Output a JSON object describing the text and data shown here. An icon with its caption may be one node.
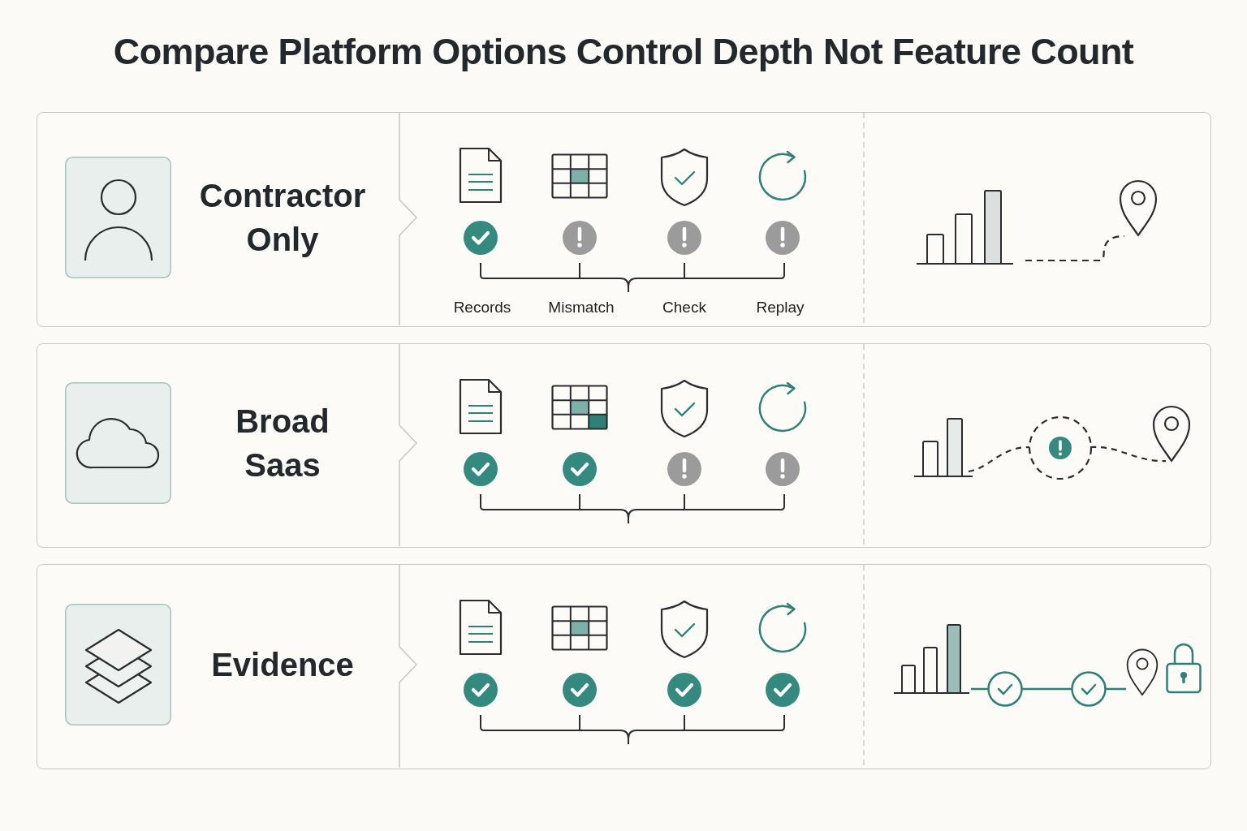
{
  "diagram": {
    "title": "Compare Platform Options Control Depth Not Feature Count",
    "nodes": [
      {
        "text": [
          "Contractor Only"
        ]
      },
      {
        "text": [
          "Broad Saas"
        ]
      },
      {
        "text": [
          "Evidence"
        ]
      }
    ],
    "labels": [
      "Records",
      "Mismatch",
      "Check",
      "Replay"
    ]
  }
}
